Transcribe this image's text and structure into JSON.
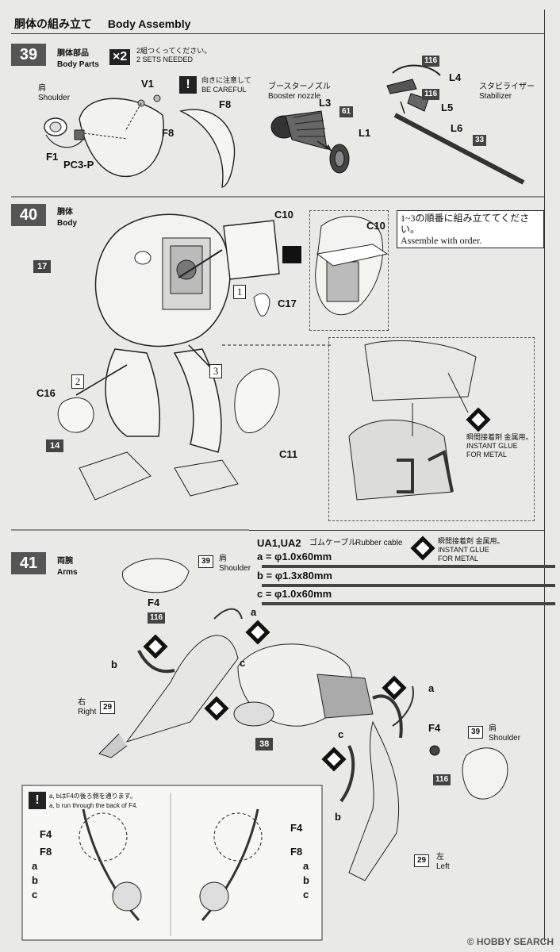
{
  "header": {
    "jp": "胴体の組み立て",
    "en": "Body Assembly"
  },
  "step39": {
    "num": "39",
    "title_jp": "胴体部品",
    "title_en": "Body Parts",
    "multiplier": "×2",
    "sets_jp": "2組つくってください。",
    "sets_en": "2 SETS NEEDED",
    "care_jp": "向きに注意して",
    "care_en": "BE CAREFUL",
    "shoulder_jp": "肩",
    "shoulder_en": "Shoulder",
    "booster_jp": "ブースターノズル",
    "booster_en": "Booster nozzle",
    "stab_jp": "スタビライザー",
    "stab_en": "Stabilizer",
    "parts": {
      "v1": "V1",
      "f8": "F8",
      "f8b": "F8",
      "f1": "F1",
      "pc3p": "PC3-P",
      "l3": "L3",
      "l1": "L1",
      "l4": "L4",
      "l5": "L5",
      "l6": "L6"
    },
    "badges": {
      "b116a": "116",
      "b116b": "116",
      "b61": "61",
      "b33": "33"
    }
  },
  "step40": {
    "num": "40",
    "title_jp": "胴体",
    "title_en": "Body",
    "parts": {
      "c10a": "C10",
      "c10b": "C10",
      "c17": "C17",
      "c16": "C16",
      "c11": "C11"
    },
    "badges": {
      "b17": "17",
      "b14": "14"
    },
    "order": {
      "one": "1",
      "two": "2",
      "three": "3"
    },
    "note_jp": "1~3の順番に組み立ててください。",
    "note_en": "Assemble with order.",
    "glue_jp": "瞬間接着剤 金属用。",
    "glue_en1": "INSTANT GLUE",
    "glue_en2": "FOR METAL"
  },
  "step41": {
    "num": "41",
    "title_jp": "両腕",
    "title_en": "Arms",
    "cable_title": "UA1,UA2",
    "cable_jp": "ゴムケーブル",
    "cable_en": "Rubber cable",
    "cable_a": "a = φ1.0x60mm",
    "cable_b": "b = φ1.3x80mm",
    "cable_c": "c = φ1.0x60mm",
    "glue_jp": "瞬間接着剤 金属用。",
    "glue_en1": "INSTANT GLUE",
    "glue_en2": "FOR METAL",
    "shoulder_jp": "肩",
    "shoulder_en": "Shoulder",
    "right_jp": "右",
    "right_en": "Right",
    "left_jp": "左",
    "left_en": "Left",
    "parts": {
      "f4a": "F4",
      "f4b": "F4",
      "a1": "a",
      "b1": "b",
      "c1": "c",
      "a2": "a",
      "c2": "c",
      "b2": "b"
    },
    "badges": {
      "b39a": "39",
      "b116a": "116",
      "b29a": "29",
      "b38": "38",
      "b39b": "39",
      "b116b": "116",
      "b29b": "29"
    },
    "inset": {
      "note_jp": "a, bはF4の後ろ側を通ります。",
      "note_en": "a, b run through the back of F4.",
      "l": {
        "f4": "F4",
        "f8": "F8",
        "a": "a",
        "b": "b",
        "c": "c"
      },
      "r": {
        "f4": "F4",
        "f8": "F8",
        "a": "a",
        "b": "b",
        "c": "c"
      }
    }
  },
  "watermark": "© HOBBY SEARCH"
}
